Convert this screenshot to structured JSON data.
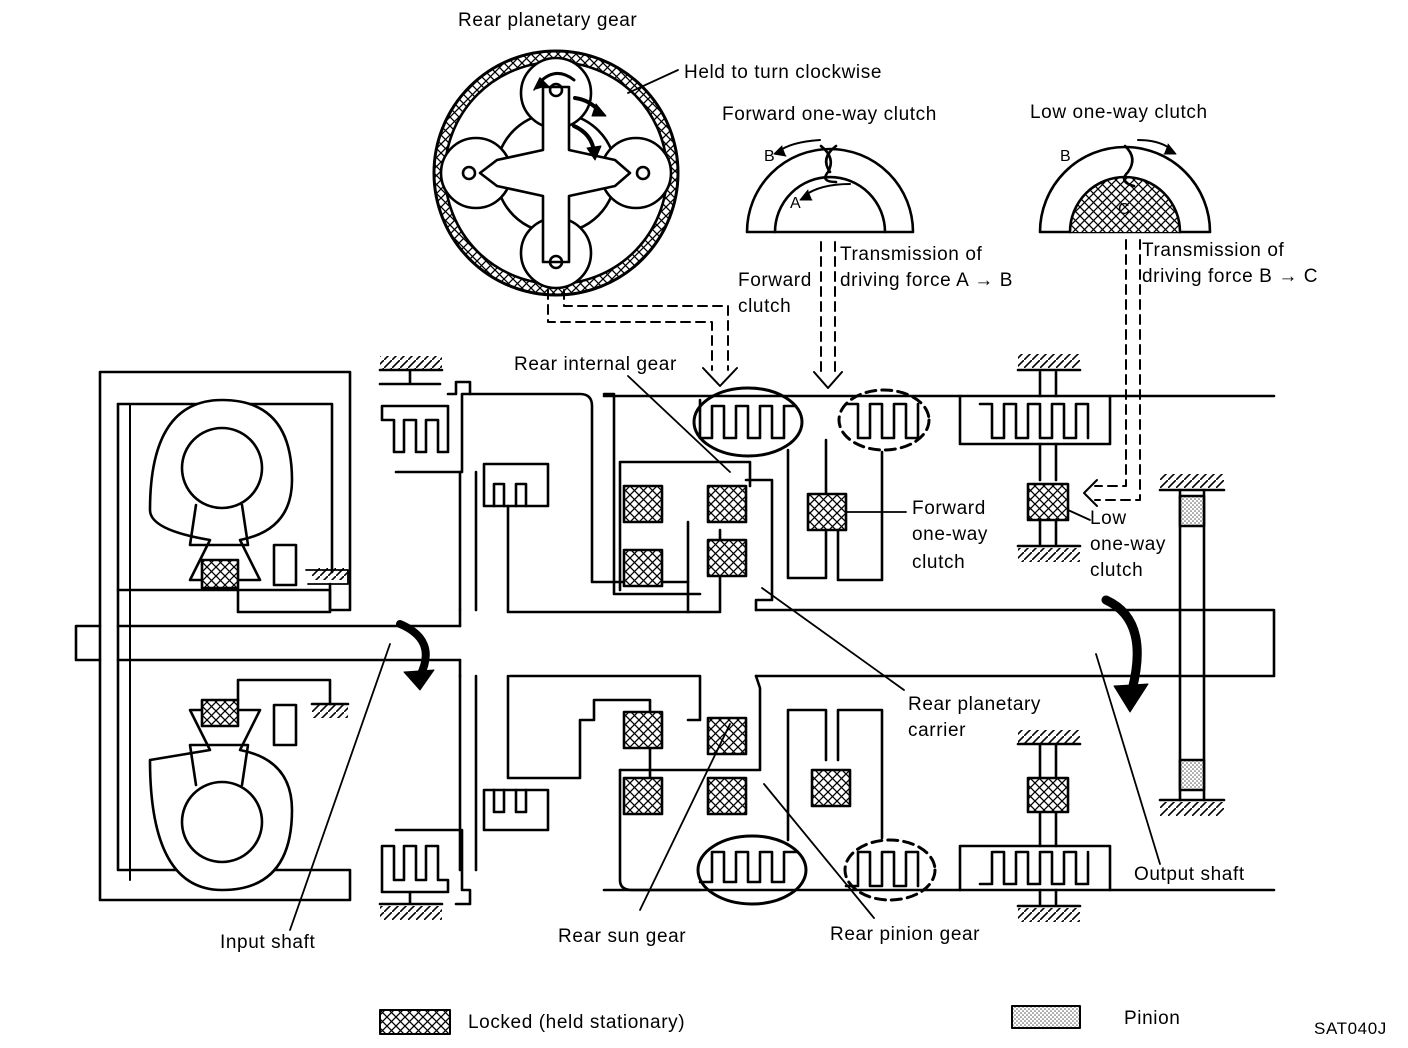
{
  "labels": {
    "rear_planetary_gear": "Rear planetary gear",
    "held_clockwise": "Held to turn clockwise",
    "forward_owc_title": "Forward one-way clutch",
    "low_owc_title": "Low one-way clutch",
    "transmission_ab_1": "Transmission of",
    "transmission_ab_2": "driving force A → B",
    "transmission_bc_1": "Transmission of",
    "transmission_bc_2": "driving force B → C",
    "forward_clutch_1": "Forward",
    "forward_clutch_2": "clutch",
    "rear_internal_gear": "Rear internal gear",
    "forward_owc_1": "Forward",
    "forward_owc_2": "one-way",
    "forward_owc_3": "clutch",
    "low_owc_1": "Low",
    "low_owc_2": "one-way",
    "low_owc_3": "clutch",
    "rear_planetary_carrier_1": "Rear planetary",
    "rear_planetary_carrier_2": "carrier",
    "input_shaft": "Input shaft",
    "rear_sun_gear": "Rear sun gear",
    "rear_pinion_gear": "Rear pinion gear",
    "output_shaft": "Output shaft",
    "legend_locked": "Locked (held stationary)",
    "legend_pinion": "Pinion",
    "figure_code": "SAT040J",
    "letter_a": "A",
    "letter_b": "B",
    "letter_c": "C"
  }
}
